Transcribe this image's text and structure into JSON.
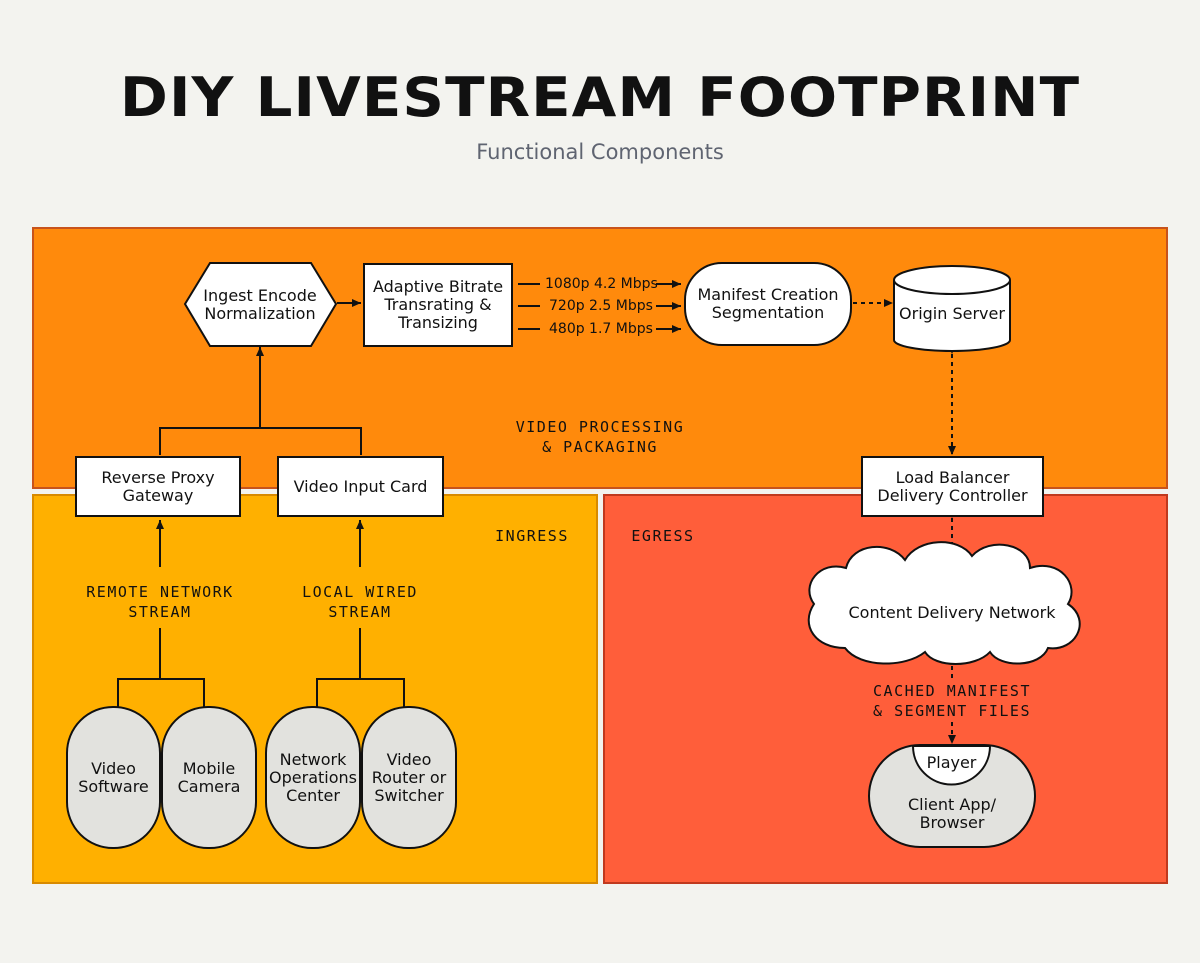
{
  "title": "DIY LIVESTREAM FOOTPRINT",
  "subtitle": "Functional Components",
  "regions": {
    "processing": "VIDEO PROCESSING\n& PACKAGING",
    "ingress": "INGRESS",
    "egress": "EGRESS"
  },
  "nodes": {
    "ingest": "Ingest Encode\nNormalization",
    "abr": "Adaptive Bitrate\nTransrating &\nTransizing",
    "manifest": "Manifest Creation\nSegmentation",
    "origin": "Origin Server",
    "reverse_proxy": "Reverse Proxy\nGateway",
    "video_input": "Video Input Card",
    "load_balancer": "Load Balancer\nDelivery Controller",
    "cdn": "Content Delivery Network",
    "player": "Player",
    "client": "Client App/\nBrowser"
  },
  "renditions": [
    "1080p 4.2 Mbps",
    "720p 2.5 Mbps",
    "480p 1.7 Mbps"
  ],
  "streams": {
    "remote": "REMOTE NETWORK\nSTREAM",
    "local": "LOCAL WIRED\nSTREAM",
    "cached": "CACHED MANIFEST\n& SEGMENT FILES"
  },
  "devices": {
    "video_software": "Video\nSoftware",
    "mobile_camera": "Mobile\nCamera",
    "noc": "Network\nOperations\nCenter",
    "router": "Video\nRouter or\nSwitcher"
  },
  "colors": {
    "processing": "#ff8a0c",
    "ingress": "#ffb000",
    "egress": "#ff5e3a",
    "background": "#f3f3ef",
    "device_fill": "#e2e2de"
  }
}
